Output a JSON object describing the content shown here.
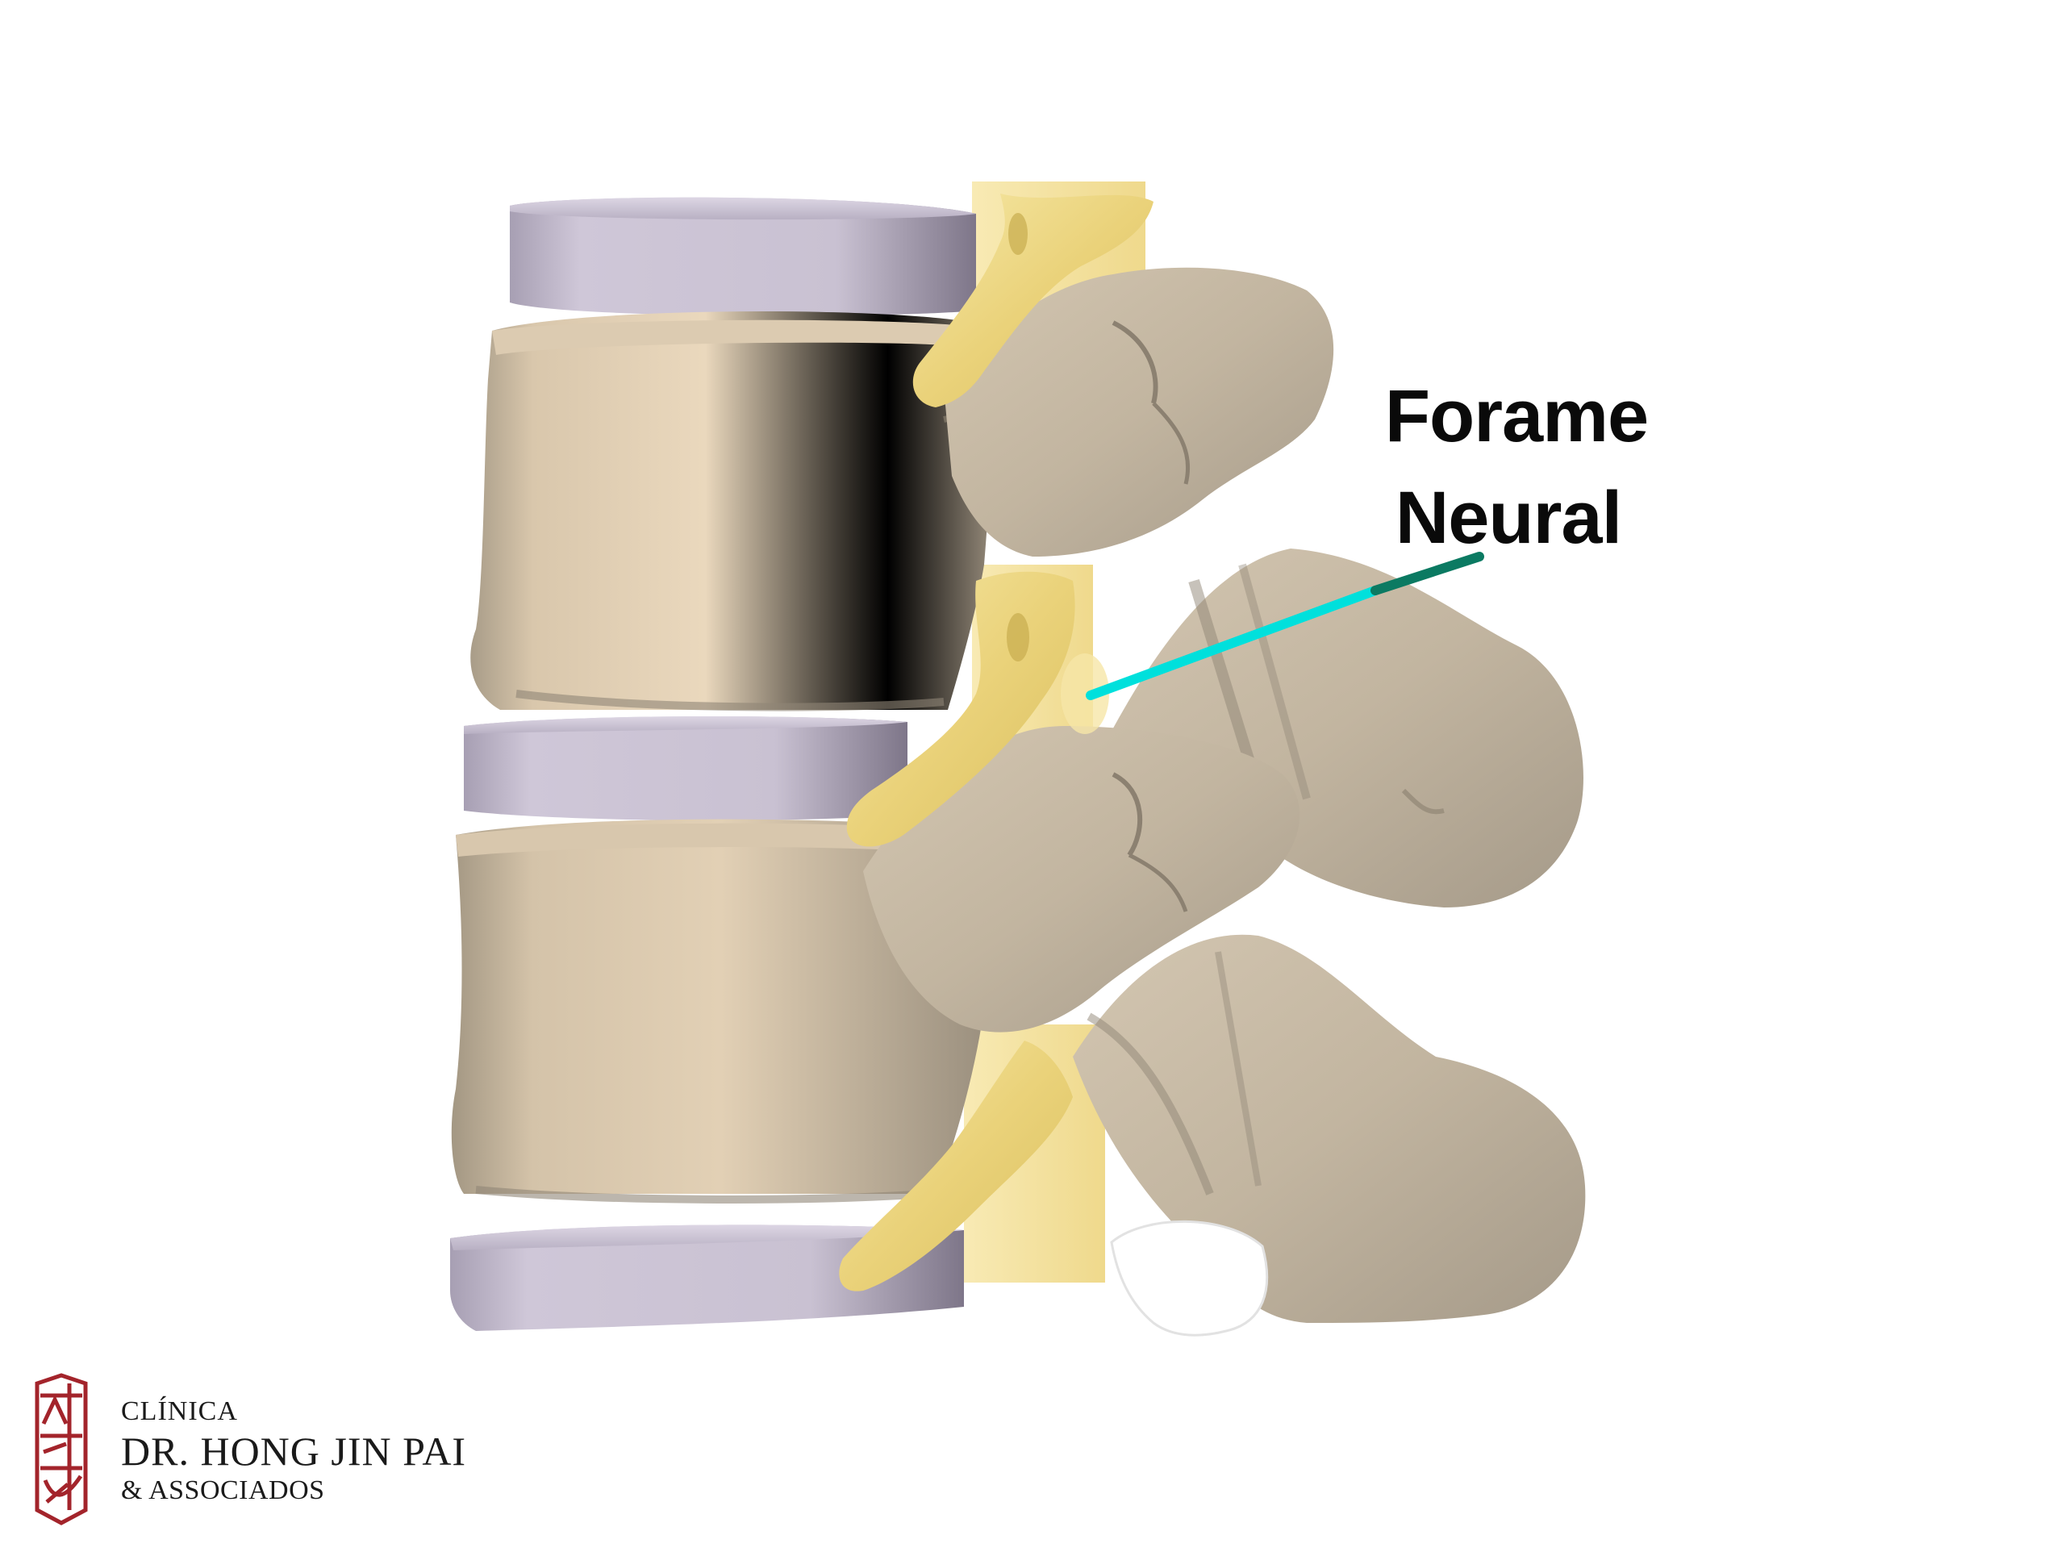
{
  "diagram": {
    "title": "Forame Neural",
    "subject": "lateral view of two lumbar vertebrae with intervertebral discs, spinal nerve roots and neural foramen",
    "label": {
      "line1": "Forame",
      "line2": "Neural",
      "pointer_color_start": "#00e0dc",
      "pointer_color_end": "#0b7a62"
    },
    "parts": [
      {
        "name": "upper-intervertebral-disc"
      },
      {
        "name": "upper-vertebral-body"
      },
      {
        "name": "middle-intervertebral-disc"
      },
      {
        "name": "lower-vertebral-body"
      },
      {
        "name": "lower-intervertebral-disc"
      },
      {
        "name": "upper-nerve-root"
      },
      {
        "name": "middle-nerve-root"
      },
      {
        "name": "lower-nerve-root"
      },
      {
        "name": "spinal-cord"
      },
      {
        "name": "upper-spinous-process"
      },
      {
        "name": "lower-spinous-process"
      },
      {
        "name": "neural-foramen"
      }
    ],
    "colors": {
      "bone": "#cdbfa8",
      "bone_light": "#e7d6bd",
      "bone_shadow": "#8f8576",
      "disc": "#c7bfcf",
      "disc_shadow": "#8f8799",
      "nerve": "#efd982",
      "nerve_light": "#f7ebb0",
      "cartilage": "#ffffff"
    }
  },
  "logo": {
    "line1": "CLÍNICA",
    "line2": "DR. HONG JIN PAI",
    "line3": "& ASSOCIADOS",
    "emblem_color": "#a3242b"
  }
}
